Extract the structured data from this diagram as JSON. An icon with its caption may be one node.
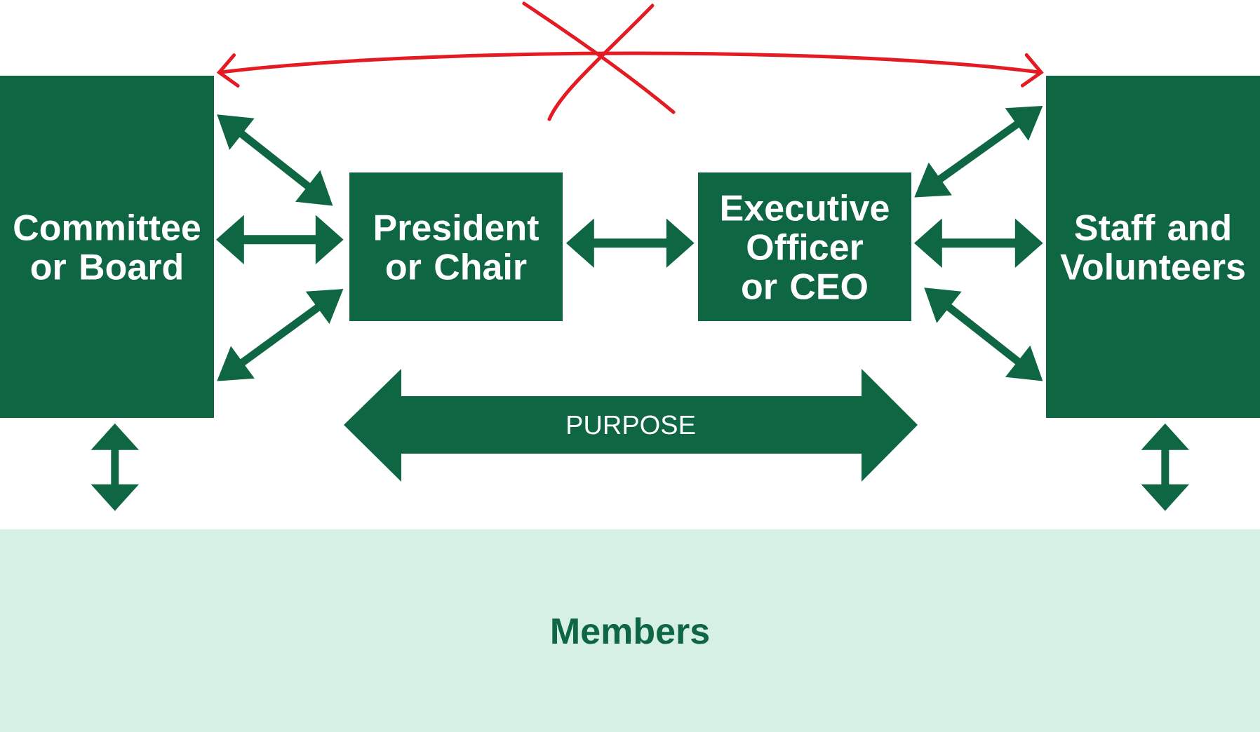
{
  "diagram": {
    "nodes": [
      {
        "text": [
          "Committee or Board"
        ]
      },
      {
        "text": [
          "President or Chair"
        ]
      },
      {
        "text": [
          "Executive Officer or CEO"
        ]
      },
      {
        "text": [
          "Staff and Volunteers"
        ]
      },
      {
        "text": [
          "Members"
        ]
      }
    ],
    "labels": [
      "PURPOSE"
    ],
    "edges": [
      {
        "from": 0,
        "to": 1,
        "arrow": "both"
      },
      {
        "from": 0,
        "to": 1,
        "arrow": "both"
      },
      {
        "from": 0,
        "to": 1,
        "arrow": "both"
      },
      {
        "from": 1,
        "to": 2,
        "arrow": "both"
      },
      {
        "from": 2,
        "to": 3,
        "arrow": "both"
      },
      {
        "from": 2,
        "to": 3,
        "arrow": "both"
      },
      {
        "from": 2,
        "to": 3,
        "arrow": "both"
      },
      {
        "from": 0,
        "to": 4,
        "arrow": "both"
      },
      {
        "from": 3,
        "to": 4,
        "arrow": "both"
      },
      {
        "from": 0,
        "to": 3,
        "arrow": "both",
        "color": "#e31b23"
      }
    ]
  }
}
